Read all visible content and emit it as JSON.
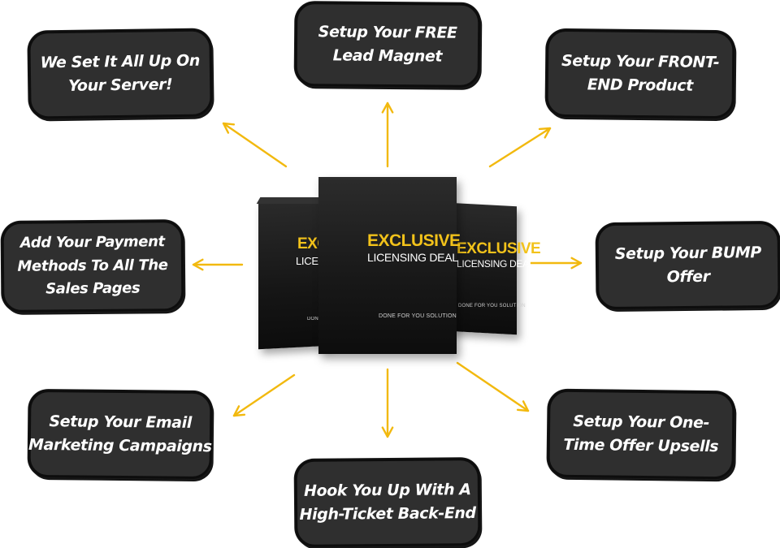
{
  "diagram": {
    "accent_color": "#f2b90f",
    "card_color": "#2f2f2f",
    "cards": [
      {
        "id": "server",
        "lines": [
          "We Set It All Up On",
          "Your Server!"
        ]
      },
      {
        "id": "lead-magnet",
        "lines": [
          "Setup Your FREE",
          "Lead Magnet"
        ]
      },
      {
        "id": "front-end",
        "lines": [
          "Setup Your FRONT-",
          "END Product"
        ]
      },
      {
        "id": "bump",
        "lines": [
          "Setup Your BUMP",
          "Offer"
        ]
      },
      {
        "id": "oto",
        "lines": [
          "Setup Your One-",
          "Time Offer Upsells"
        ]
      },
      {
        "id": "back-end",
        "lines": [
          "Hook You Up With A",
          "High-Ticket Back-End"
        ]
      },
      {
        "id": "email",
        "lines": [
          "Setup Your Email",
          "Marketing Campaigns"
        ]
      },
      {
        "id": "payment",
        "lines": [
          "Add Your Payment",
          "Methods To All The",
          "Sales Pages"
        ]
      }
    ],
    "product": {
      "title": "EXCLUSIVE",
      "subtitle": "LICENSING DEAL",
      "footer": "DONE FOR YOU SOLUTION",
      "left_title": "EXCLUSIVE",
      "left_subtitle": "LICENSING DEAL",
      "left_footer": "DONE FOR YOU SOLUTION",
      "right_title": "EXCLUSIVE",
      "right_subtitle": "LICENSING DEAL",
      "right_footer": "DONE FOR YOU SOLUTION"
    }
  }
}
